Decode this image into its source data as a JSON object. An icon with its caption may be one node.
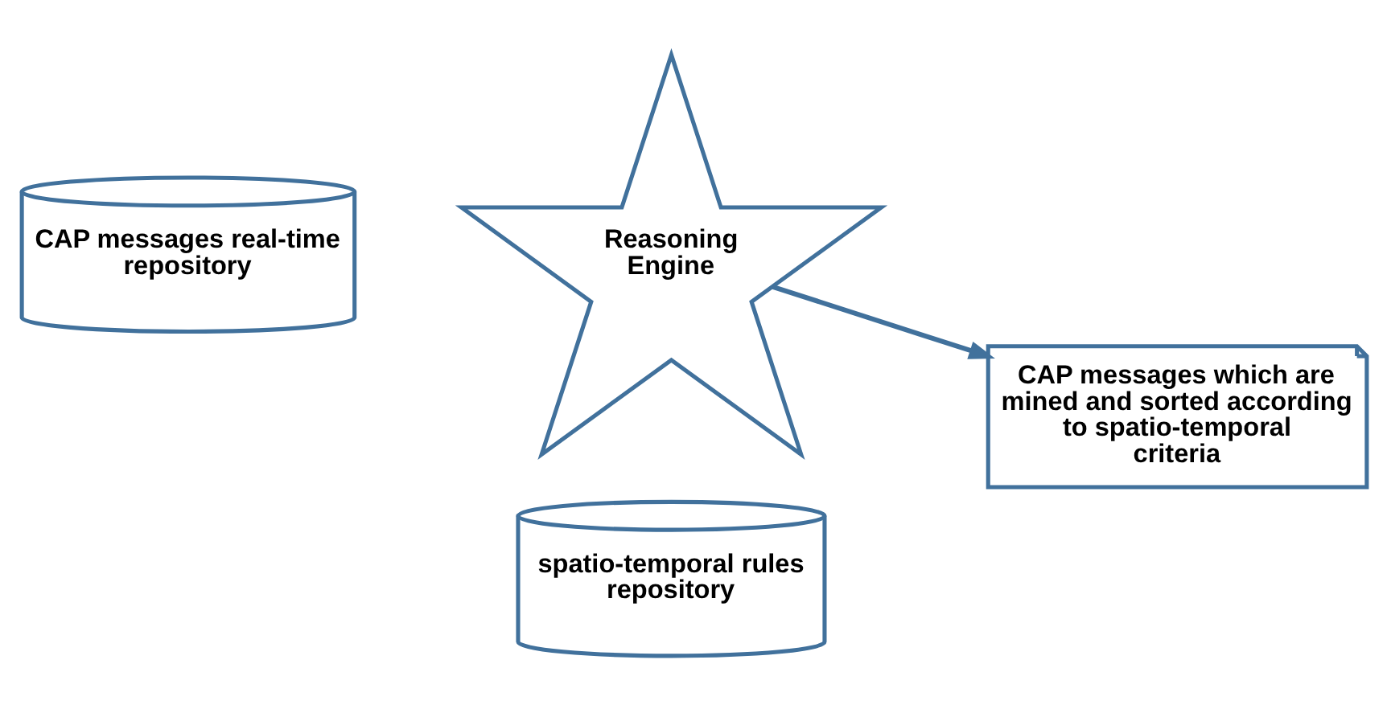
{
  "diagram": {
    "nodes": [
      {
        "text": [
          "CAP messages real-time repository"
        ]
      },
      {
        "text": [
          "Reasoning Engine"
        ]
      },
      {
        "text": [
          "CAP messages which are mined and sorted according to spatio-temporal criteria"
        ]
      },
      {
        "text": [
          "spatio-temporal rules repository"
        ]
      }
    ],
    "edges": [
      {
        "from": 1,
        "to": 2,
        "arrow": "to"
      }
    ]
  }
}
